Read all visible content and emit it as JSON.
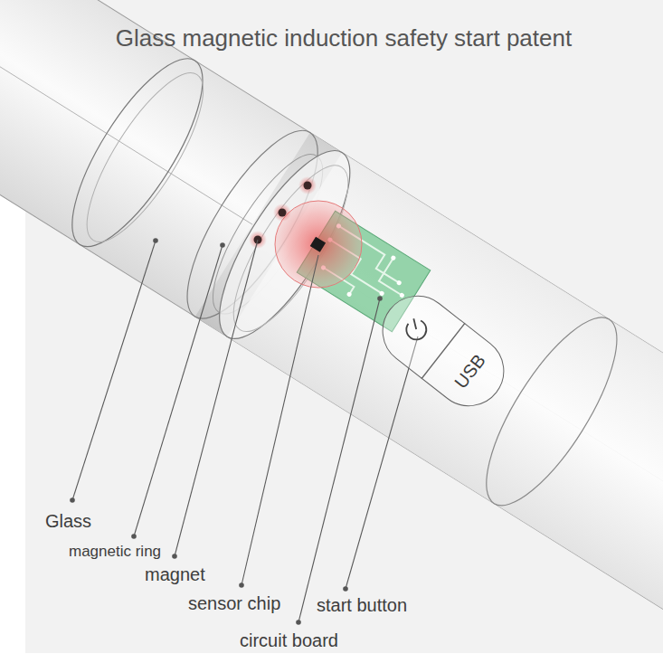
{
  "diagram": {
    "title": "Glass magnetic induction safety start patent",
    "nodes": [
      {
        "text": [
          "USB"
        ]
      }
    ],
    "labels": [
      "Glass",
      "magnetic ring",
      "magnet",
      "sensor chip",
      "start button",
      "circuit board"
    ]
  }
}
